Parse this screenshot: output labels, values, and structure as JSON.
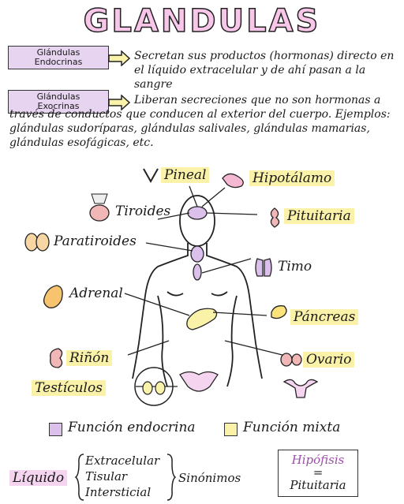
{
  "title": "GLANDULAS",
  "types": [
    {
      "tag_line1": "Glándulas",
      "tag_line2": "Endocrinas",
      "description": "Secretan sus productos (hormonas) directo en el líquido extracelular y de ahí pasan a la sangre"
    },
    {
      "tag_line1": "Glándulas",
      "tag_line2": "Exocrinas",
      "description": "Liberan secreciones que no son hormonas a través de conductos que conducen al exterior del cuerpo. Ejemplos: glándulas sudoríparas, glándulas salivales, glándulas mamarias, glándulas esofágicas, etc."
    }
  ],
  "glands": {
    "pineal": "Pineal",
    "hipotalamo": "Hipotálamo",
    "tiroides": "Tiroides",
    "pituitaria": "Pituitaria",
    "paratiroides": "Paratiroides",
    "timo": "Timo",
    "adrenal": "Adrenal",
    "pancreas": "Páncreas",
    "rinon": "Riñón",
    "ovario": "Ovario",
    "testiculos": "Testículos"
  },
  "legend": {
    "endocrine": {
      "label": "Función endocrina",
      "color": "#dcc0ec"
    },
    "mixed": {
      "label": "Función mixta",
      "color": "#fbf2a9"
    }
  },
  "liquido": {
    "label": "Líquido",
    "items": [
      "Extracelular",
      "Tisular",
      "Intersticial"
    ],
    "synonyms": "Sinónimos"
  },
  "box": {
    "line1": "Hipófisis",
    "line2": "=",
    "line3": "Pituitaria"
  }
}
